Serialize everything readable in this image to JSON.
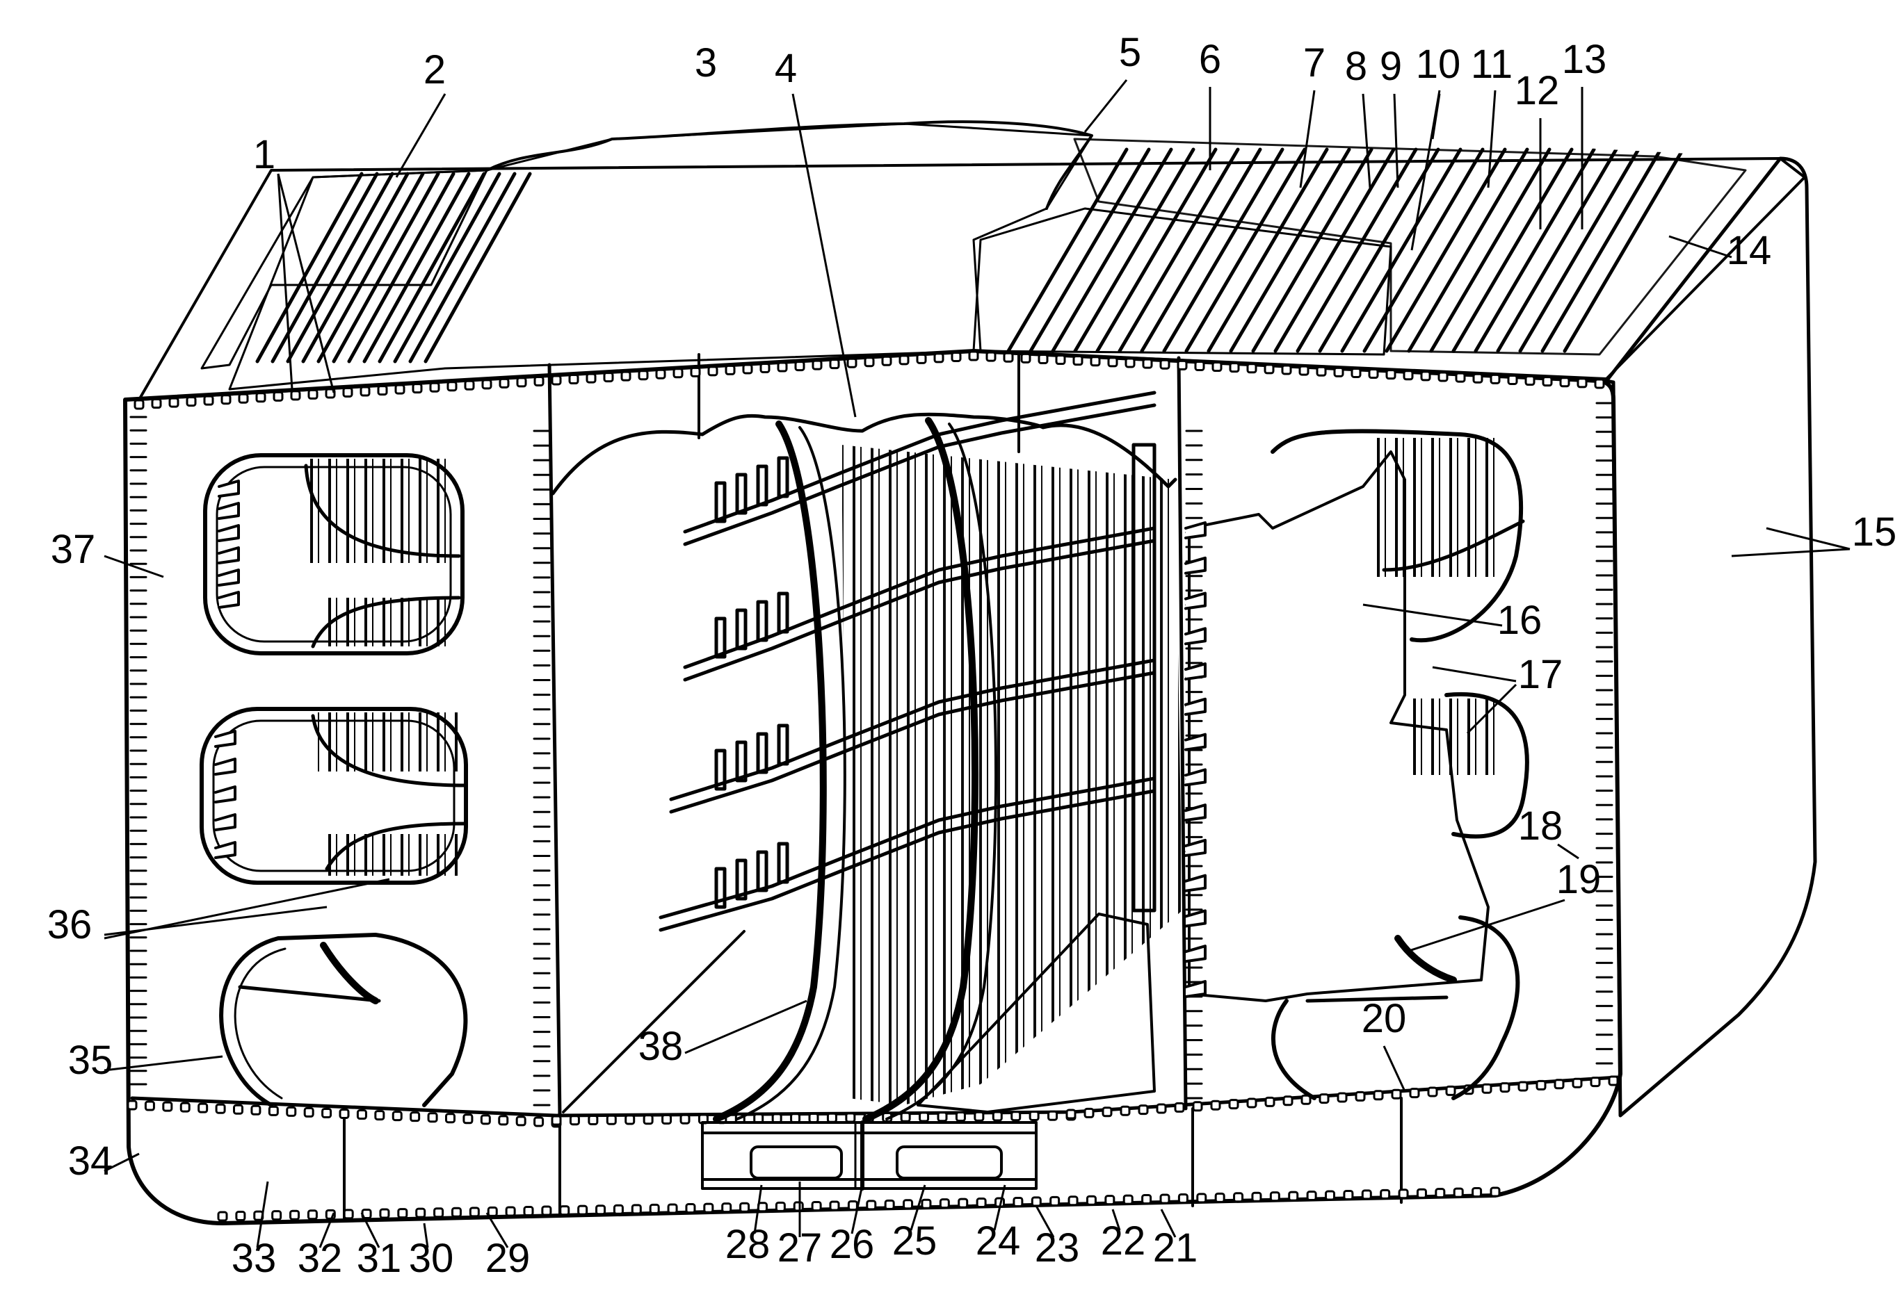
{
  "figure": {
    "description_free": true,
    "part_numbers": [
      "1",
      "2",
      "3",
      "4",
      "5",
      "6",
      "7",
      "8",
      "9",
      "10",
      "11",
      "12",
      "13",
      "14",
      "15",
      "16",
      "17",
      "18",
      "19",
      "20",
      "21",
      "22",
      "23",
      "24",
      "25",
      "26",
      "27",
      "28",
      "29",
      "30",
      "31",
      "32",
      "33",
      "34",
      "35",
      "36",
      "37",
      "38"
    ]
  }
}
